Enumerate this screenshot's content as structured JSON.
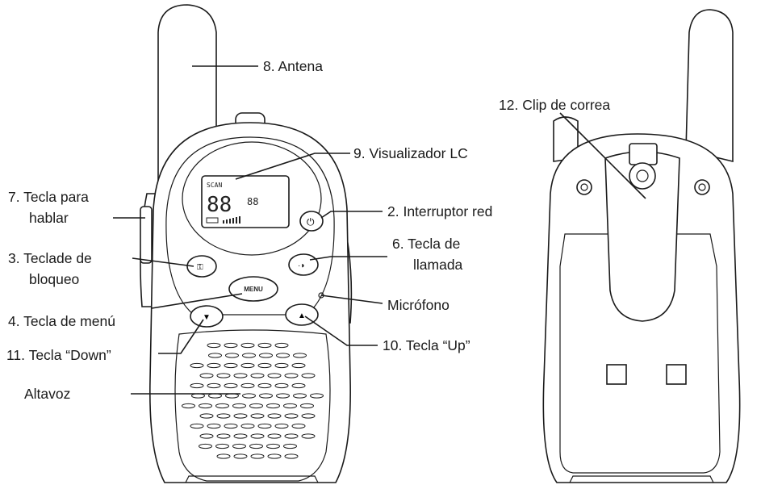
{
  "labels": {
    "antena": "8. Antena",
    "clip": "12. Clip de correa",
    "visualizador": "9. Visualizador LC",
    "hablar_1": "7. Tecla para",
    "hablar_2": "hablar",
    "interruptor": "2. Interruptor red",
    "bloqueo_1": "3. Teclade de",
    "bloqueo_2": "bloqueo",
    "llamada_1": "6. Tecla de",
    "llamada_2": "llamada",
    "menu": "4. Tecla de menú",
    "microfono": "Micrófono",
    "down": "11. Tecla “Down”",
    "up": "10. Tecla “Up”",
    "altavoz": "Altavoz"
  },
  "buttons": {
    "menu": "MENU"
  },
  "lcd": {
    "scan": "SCAN",
    "channel": "88",
    "sub": "88"
  }
}
